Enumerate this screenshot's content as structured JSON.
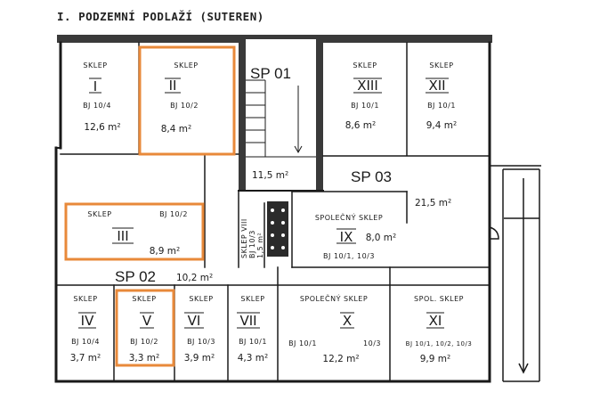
{
  "heading": "I. PODZEMNÍ PODLAŽÍ (SUTEREN)",
  "colors": {
    "highlight": "#e8893a",
    "wall": "#1a1a1a",
    "wall_fill": "#3a3a3a"
  },
  "spaces": {
    "sp01": "SP 01",
    "sp01_area": "11,5 m²",
    "sp02": "SP 02",
    "sp02_area": "10,2 m²",
    "sp03": "SP 03",
    "sp03_area": "21,5 m²"
  },
  "rooms": {
    "r1": {
      "label": "SKLEP",
      "num": "I",
      "unit": "BJ 10/4",
      "area": "12,6 m²"
    },
    "r2": {
      "label": "SKLEP",
      "num": "II",
      "unit": "BJ 10/2",
      "area": "8,4 m²"
    },
    "r13": {
      "label": "SKLEP",
      "num": "XIII",
      "unit": "BJ 10/1",
      "area": "8,6 m²"
    },
    "r12": {
      "label": "SKLEP",
      "num": "XII",
      "unit": "BJ 10/1",
      "area": "9,4 m²"
    },
    "r3": {
      "label": "SKLEP",
      "num": "III",
      "unit": "BJ 10/2",
      "area": "8,9 m²"
    },
    "r9": {
      "label": "SPOLEČNÝ SKLEP",
      "num": "IX",
      "unit": "BJ 10/1, 10/3",
      "area": "8,0 m²"
    },
    "r8": {
      "label": "SKLEP VIII",
      "unit": "BJ 10/3",
      "area": "1,5 m²"
    },
    "r4": {
      "label": "SKLEP",
      "num": "IV",
      "unit": "BJ 10/4",
      "area": "3,7 m²"
    },
    "r5": {
      "label": "SKLEP",
      "num": "V",
      "unit": "BJ 10/2",
      "area": "3,3 m²"
    },
    "r6": {
      "label": "SKLEP",
      "num": "VI",
      "unit": "BJ 10/3",
      "area": "3,9 m²"
    },
    "r7": {
      "label": "SKLEP",
      "num": "VII",
      "unit": "BJ 10/1",
      "area": "4,3 m²"
    },
    "r10": {
      "label": "SPOLEČNÝ SKLEP",
      "num": "X",
      "unit_a": "BJ 10/1",
      "unit_b": "10/3",
      "area": "12,2 m²"
    },
    "r11": {
      "label": "SPOL. SKLEP",
      "num": "XI",
      "unit": "BJ 10/1, 10/2, 10/3",
      "area": "9,9 m²"
    }
  }
}
